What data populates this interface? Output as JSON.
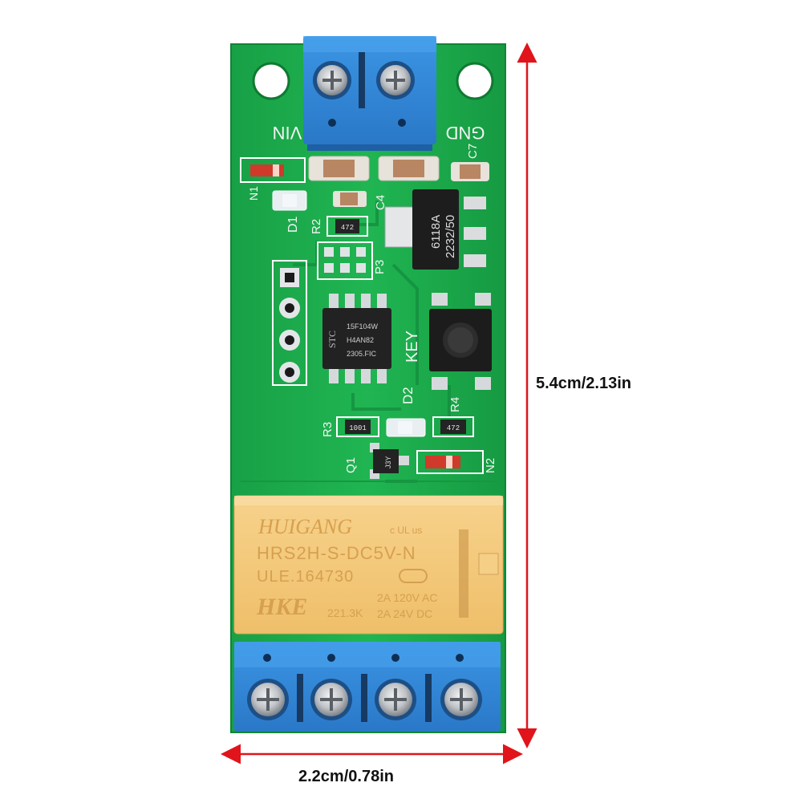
{
  "dimensions": {
    "height_label": "5.4cm/2.13in",
    "width_label": "2.2cm/0.78in",
    "arrow_color": "#e0141a"
  },
  "board": {
    "pcb_color": "#1aa84a",
    "terminal_color": "#2f86d6",
    "relay_color": "#f4c97a",
    "silkscreen": {
      "vin": "VIN",
      "gnd": "GND",
      "c7": "C7",
      "c4": "C4",
      "n1": "N1",
      "d1": "D1",
      "r2": "R2",
      "p3": "P3",
      "key": "KEY",
      "d2": "D2",
      "r3": "R3",
      "r4": "R4",
      "q1": "Q1",
      "n2": "N2"
    },
    "chip_labels": {
      "regulator_line1": "6118A",
      "regulator_line2": "2232/50",
      "mcu_brand": "STC",
      "mcu_line1": "15F104W",
      "mcu_line2": "H4AN82",
      "mcu_line3": "2305.FIC",
      "resistor_r2": "472",
      "resistor_r3": "1001",
      "resistor_r4": "472",
      "transistor_q1": "J3Y"
    },
    "relay": {
      "brand": "HUIGANG",
      "cert": "c UL us",
      "model": "HRS2H-S-DC5V-N",
      "ule": "ULE.164730",
      "logo": "HKE",
      "batch": "221.3K",
      "rating_ac": "2A 120V  AC",
      "rating_dc": "2A  24V  DC"
    }
  }
}
